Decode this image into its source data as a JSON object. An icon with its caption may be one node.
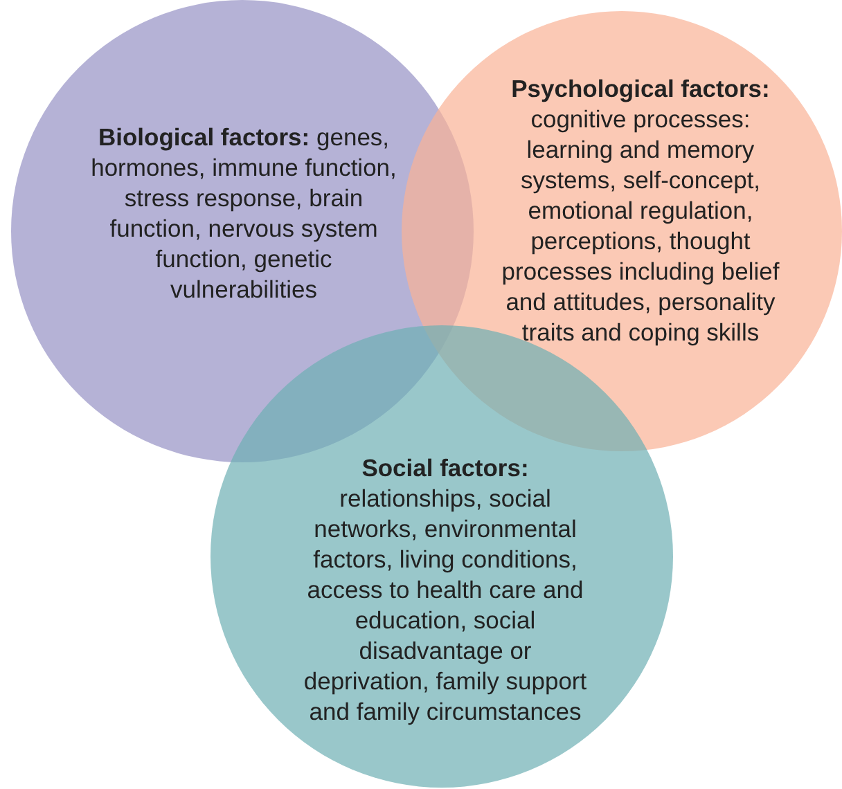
{
  "diagram": {
    "nodes": [
      {
        "text": [
          "Biological factors:",
          "genes, hormones, immune function, stress response, brain function, nervous system function, genetic vulnerabilities"
        ]
      },
      {
        "text": [
          "Psychological factors:",
          "cognitive processes: learning and memory systems, self-concept, emotional regulation, perceptions, thought processes including belief and attitudes, personality traits and coping skills"
        ]
      },
      {
        "text": [
          "Social factors:",
          "relationships, social networks, environmental factors, living conditions, access to health care and education, social disadvantage or deprivation, family support and family circumstances"
        ]
      }
    ]
  }
}
